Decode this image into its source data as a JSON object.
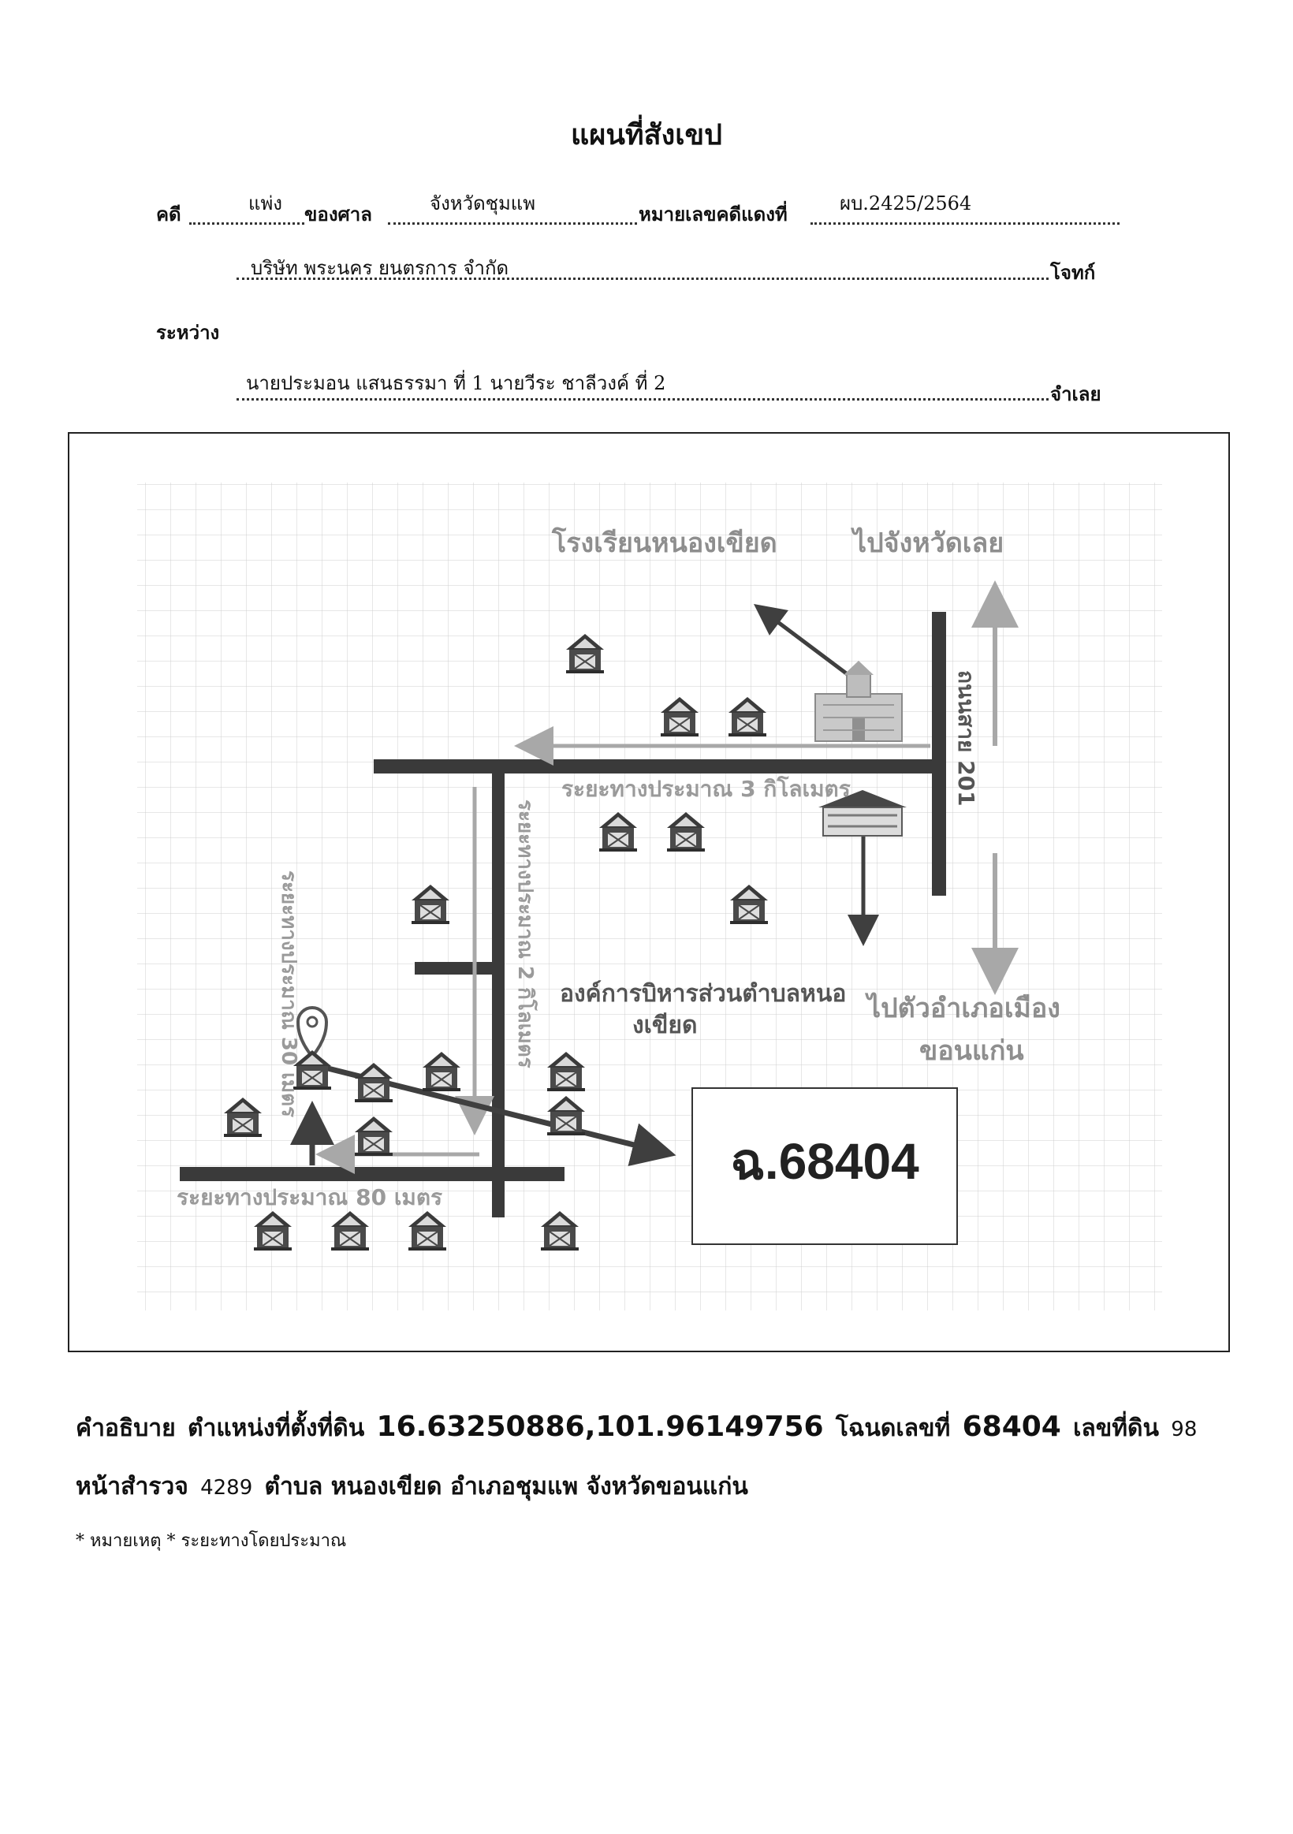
{
  "title": "แผนที่สังเขป",
  "header": {
    "case_label": "คดี",
    "case_type": "แพ่ง",
    "court_label": "ของศาล",
    "court_name": "จังหวัดชุมแพ",
    "red_case_label": "หมายเลขคดีแดงที่",
    "red_case_no": "ผบ.2425/2564",
    "plaintiff_name": "บริษัท พระนคร ยนตรการ จำกัด",
    "plaintiff_label": "โจทก์",
    "between_label": "ระหว่าง",
    "defendant_names": "นายประมอน แสนธรรมา ที่ 1 นายวีระ ชาลีวงค์ ที่ 2",
    "defendant_label": "จำเลย"
  },
  "map": {
    "school_label": "โรงเรียนหนองเขียด",
    "to_loei_label": "ไปจังหวัดเลย",
    "highway_label": "ถนนสาย 201",
    "dist_3km": "ระยะทางประมาณ 3 กิโลเมตร",
    "dist_2km": "ระยะทางประมาณ 2 กิโลเมตร",
    "dist_30m": "ระยะทางประมาณ 30 เมตร",
    "dist_80m": "ระยะทางประมาณ 80 เมตร",
    "tao_label_line1": "องค์การบิหารส่วนตำบลหนอ",
    "tao_label_line2": "งเขียด",
    "to_town_line1": "ไปตัวอำเภอเมือง",
    "to_town_line2": "ขอนแก่น",
    "parcel_label": "ฉ.68404",
    "colors": {
      "road": "#3a3a3a",
      "arrow_light": "#a8a8a8",
      "arrow_dark": "#3f3f3f",
      "grid": "#cfcfcf",
      "house": "#4a4a4a"
    }
  },
  "description": {
    "label": "คำอธิบาย",
    "location_label": "ตำแหน่งที่ตั้งที่ดิน",
    "coordinates": "16.63250886,101.96149756",
    "deed_label": "โฉนดเลขที่",
    "deed_no": "68404",
    "land_no_label": "เลขที่ดิน",
    "land_no": "98",
    "survey_label": "หน้าสำรวจ",
    "survey_no": "4289",
    "address": "ตำบล หนองเขียด อำเภอชุมแพ จังหวัดขอนแก่น"
  },
  "note": "* หมายเหตุ * ระยะทางโดยประมาณ"
}
